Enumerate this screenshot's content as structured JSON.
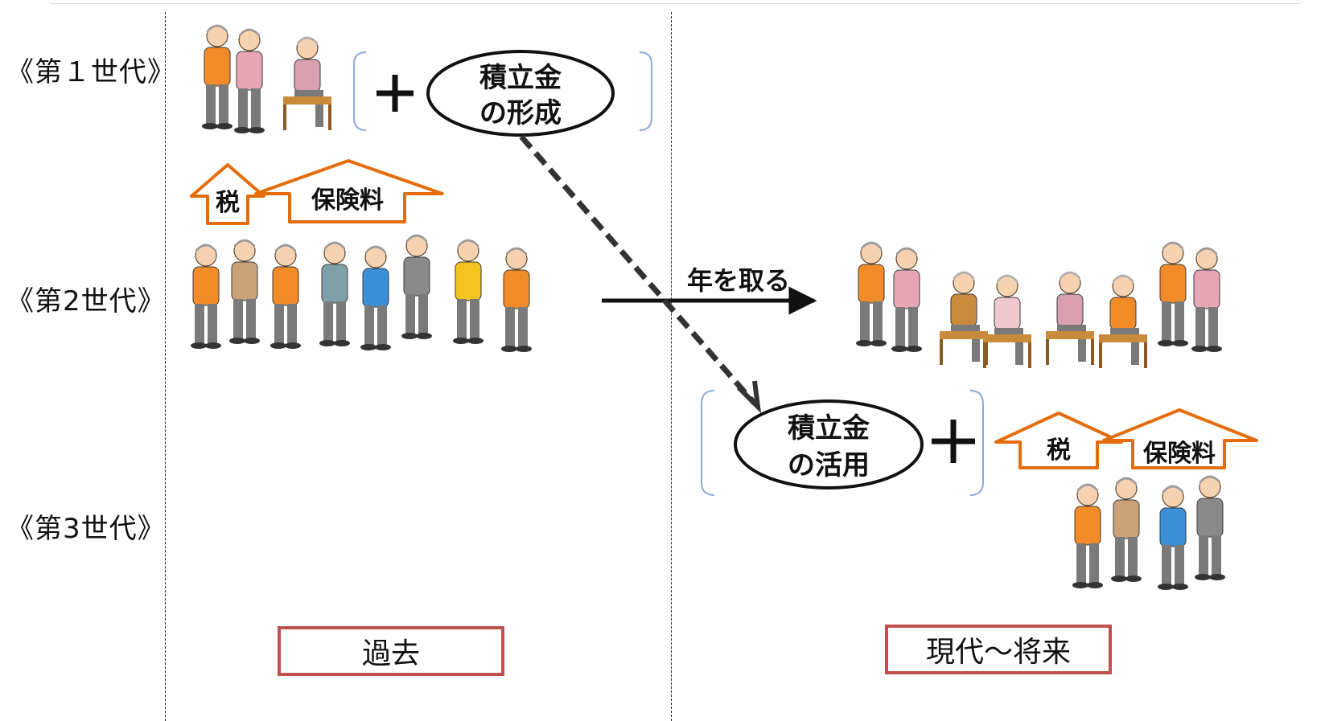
{
  "generations": {
    "first": "《第１世代》",
    "second": "《第2世代》",
    "third": "《第3世代》"
  },
  "fund_formation": {
    "line1": "積立金",
    "line2": "の形成"
  },
  "fund_use": {
    "line1": "積立金",
    "line2": "の活用"
  },
  "tax": "税",
  "premium": "保険料",
  "aging": "年を取る",
  "period_past": "過去",
  "period_future": "現代～将来",
  "colors": {
    "arrow_orange": "#e46c0a",
    "label_box_border": "#c0504d",
    "bracket_blue": "#8eaadb",
    "person_orange": "#f28c28",
    "person_pink": "#e8a5b5",
    "person_blue": "#3a8fd6",
    "person_gray": "#8a8a8a"
  }
}
